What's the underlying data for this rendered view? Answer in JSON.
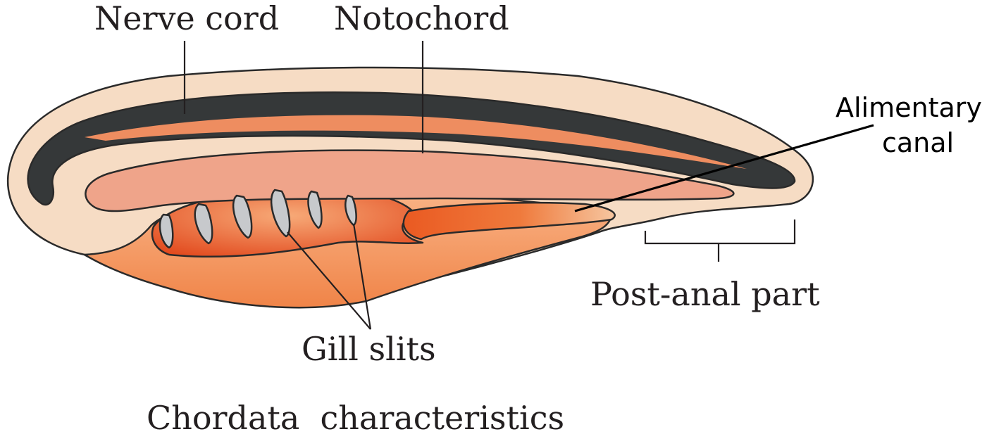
{
  "diagram": {
    "caption": "Chordata  characteristics",
    "labels": {
      "nerve_cord": "Nerve cord",
      "notochord": "Notochord",
      "alimentary_line1": "Alimentary",
      "alimentary_line2": "canal",
      "post_anal": "Post-anal part",
      "gill_slits": "Gill slits"
    },
    "gill_slit_count": 6
  },
  "colors": {
    "skin": "#f6dcc4",
    "nerve_cord": "#353839",
    "notochord": "#efa48a",
    "gut_dark": "#e2471c",
    "gut_light": "#f3925c",
    "body_orange": "#ee7a3c",
    "slit_fill": "#c7c9cc"
  }
}
